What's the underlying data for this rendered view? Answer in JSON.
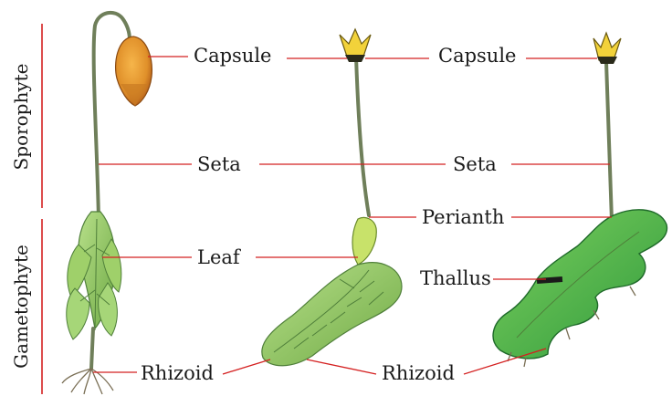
{
  "section_labels": {
    "sporophyte": "Sporophyte",
    "gametophyte": "Gametophyte"
  },
  "labels": {
    "capsule": "Capsule",
    "seta": "Seta",
    "leaf": "Leaf",
    "rhizoid": "Rhizoid",
    "perianth": "Perianth",
    "thallus": "Thallus"
  },
  "colors": {
    "leader_line": "#d42020",
    "moss_capsule": "#e0902a",
    "liverwort_capsule": "#f2d23a",
    "leaf_green": "#8cc45a",
    "thallus_green": "#4fb24a",
    "seta_stalk": "#6f7f5a"
  }
}
